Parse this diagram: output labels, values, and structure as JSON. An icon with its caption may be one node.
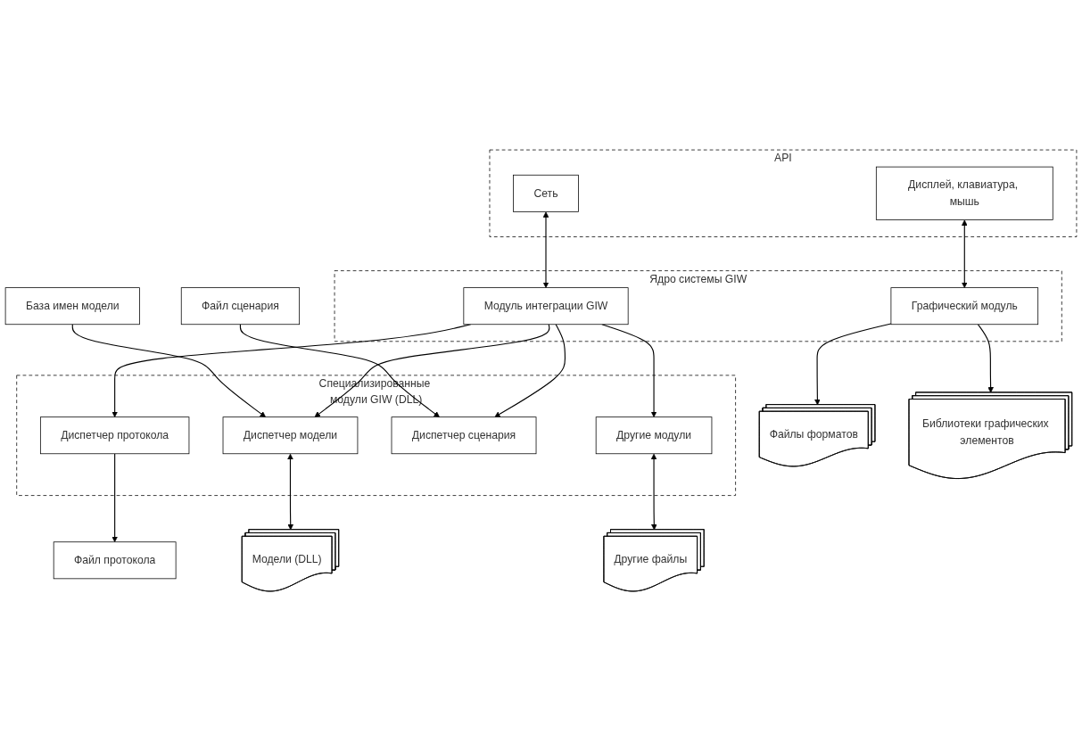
{
  "diagram": {
    "nodes": [
      {
        "text": [
          "API"
        ]
      },
      {
        "text": [
          "Сеть"
        ],
        "in": 0
      },
      {
        "text": [
          "Дисплей, клавиатура, мышь"
        ],
        "in": 0
      },
      {
        "text": [
          "Ядро системы GIW"
        ]
      },
      {
        "text": [
          "Модуль интеграции GIW"
        ],
        "in": 3
      },
      {
        "text": [
          "Графический модуль"
        ],
        "in": 3
      },
      {
        "text": [
          "Специализированные модули GIW (DLL)"
        ]
      },
      {
        "text": [
          "Диспетчер модели"
        ],
        "in": 6
      },
      {
        "text": [
          "Диспетчер протокола"
        ],
        "in": 6
      },
      {
        "text": [
          "Диспетчер сценария"
        ],
        "in": 6
      },
      {
        "text": [
          "Другие модули"
        ],
        "in": 6
      },
      {
        "text": [
          "Файл протокола"
        ]
      },
      {
        "text": [
          "Модели (DLL)"
        ]
      },
      {
        "text": [
          "База имен модели"
        ]
      },
      {
        "text": [
          "Файл сценария"
        ]
      },
      {
        "text": [
          "Другие файлы"
        ]
      },
      {
        "text": [
          "Файлы форматов"
        ]
      },
      {
        "text": [
          "Библиотеки графических элементов"
        ]
      }
    ],
    "edges": [
      {
        "from": 1,
        "to": 4,
        "arrow": "both"
      },
      {
        "from": 2,
        "to": 5,
        "arrow": "both"
      },
      {
        "from": 4,
        "to": 7,
        "arrow": "to"
      },
      {
        "from": 4,
        "to": 8,
        "arrow": "to"
      },
      {
        "from": 4,
        "to": 9,
        "arrow": "to"
      },
      {
        "from": 4,
        "to": 10,
        "arrow": "to"
      },
      {
        "from": 8,
        "to": 11,
        "arrow": "to"
      },
      {
        "from": 7,
        "to": 12,
        "arrow": "both"
      },
      {
        "from": 13,
        "to": 7,
        "arrow": "to"
      },
      {
        "from": 14,
        "to": 9,
        "arrow": "to"
      },
      {
        "from": 10,
        "to": 15,
        "arrow": "both"
      },
      {
        "from": 5,
        "to": 16,
        "arrow": "to"
      },
      {
        "from": 5,
        "to": 17,
        "arrow": "to"
      }
    ]
  }
}
